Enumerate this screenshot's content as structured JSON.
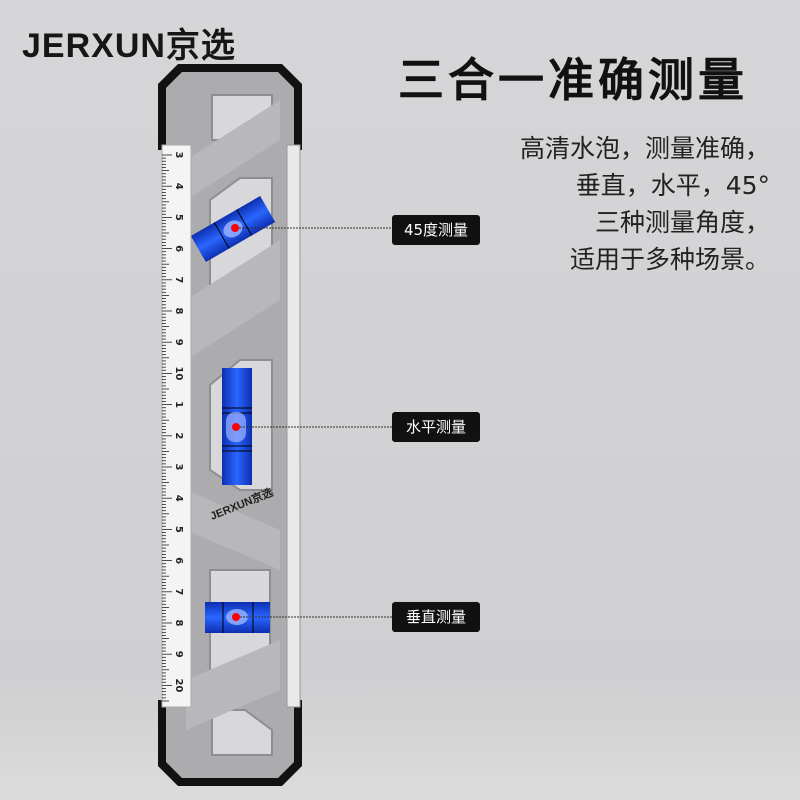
{
  "brand": {
    "logo": "JERXUN京选",
    "product_marking": "JERXUN京选"
  },
  "headline": "三合一准确测量",
  "description": [
    "高清水泡，测量准确，",
    "垂直，水平，45°",
    "三种测量角度，",
    "适用于多种场景。"
  ],
  "callouts": [
    {
      "label": "45度测量"
    },
    {
      "label": "水平测量"
    },
    {
      "label": "垂直测量"
    }
  ],
  "ruler_labels": [
    "3",
    "4",
    "5",
    "6",
    "7",
    "8",
    "9",
    "10",
    "1",
    "2",
    "3",
    "4",
    "5",
    "6",
    "7",
    "8",
    "9",
    "20"
  ],
  "colors": {
    "vial": "#1a4fe0",
    "bubble_marker": "#ff0000",
    "body": "#a9a9ab",
    "caps": "#111111"
  }
}
